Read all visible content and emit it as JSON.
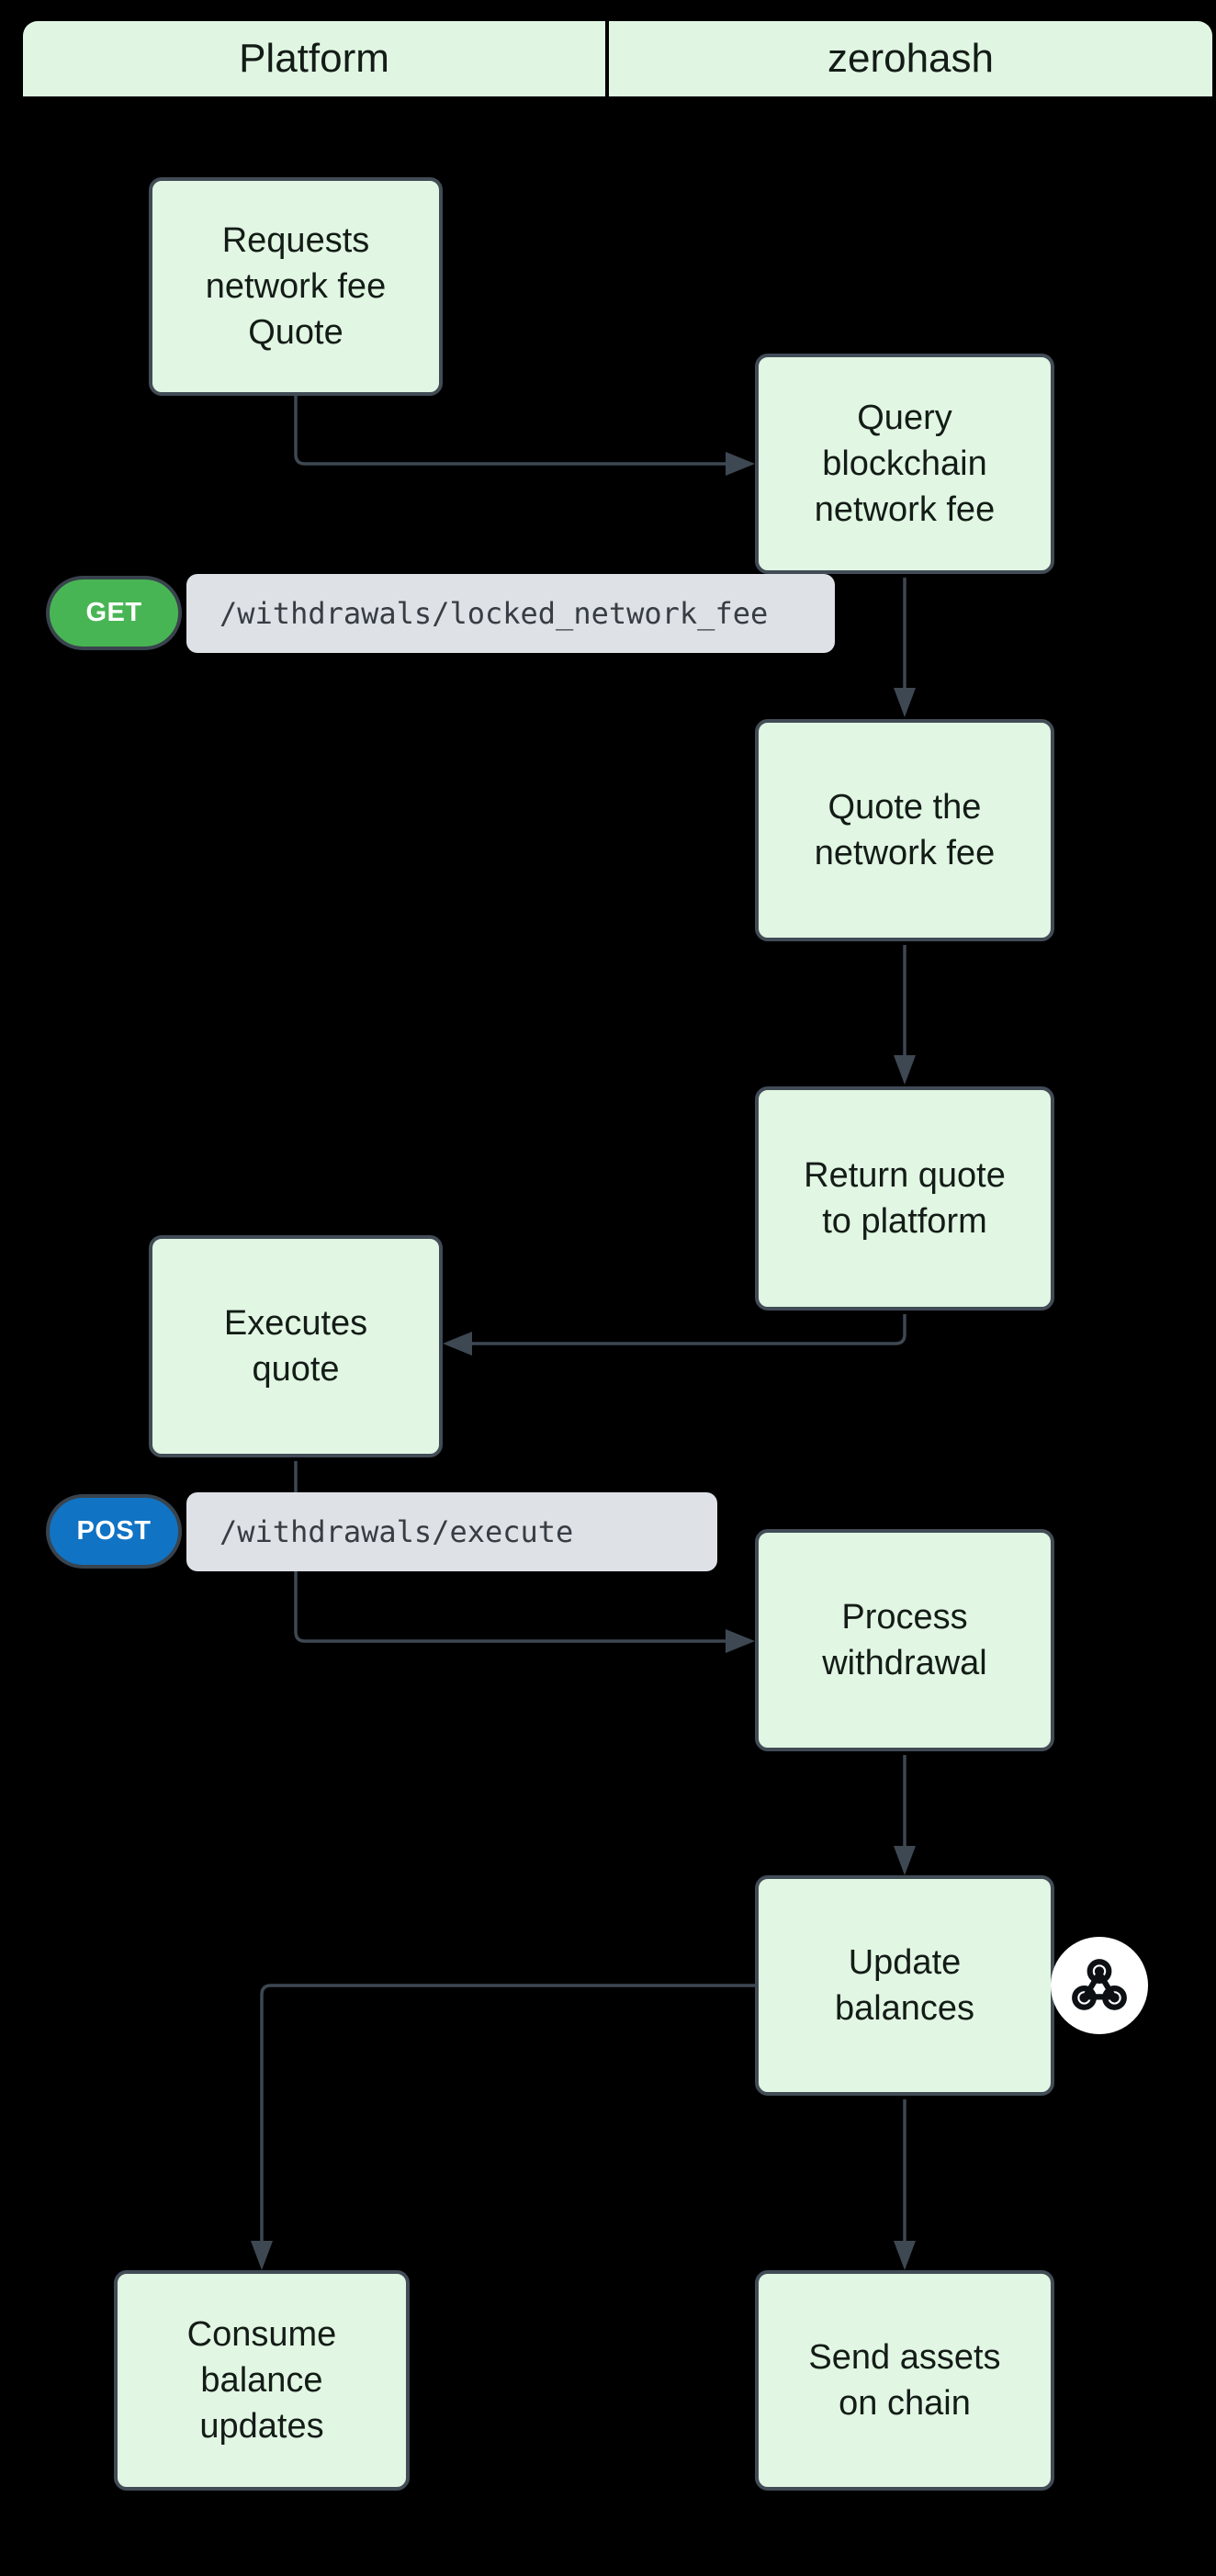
{
  "header": {
    "left_lane": "Platform",
    "right_lane": "zerohash"
  },
  "nodes": {
    "requests_fee_quote": {
      "label": "Requests\nnetwork fee\nQuote"
    },
    "query_network_fee": {
      "label": "Query\nblockchain\nnetwork fee"
    },
    "quote_network_fee": {
      "label": "Quote the\nnetwork fee"
    },
    "return_quote": {
      "label": "Return quote\nto platform"
    },
    "executes_quote": {
      "label": "Executes\nquote"
    },
    "process_withdrawal": {
      "label": "Process\nwithdrawal"
    },
    "update_balances": {
      "label": "Update\nbalances"
    },
    "consume_balance_updates": {
      "label": "Consume\nbalance\nupdates"
    },
    "send_assets_on_chain": {
      "label": "Send assets\non chain"
    }
  },
  "api_calls": {
    "get_locked_network_fee": {
      "method": "GET",
      "path": "/withdrawals/locked_network_fee"
    },
    "post_execute": {
      "method": "POST",
      "path": "/withdrawals/execute"
    }
  },
  "icons": {
    "webhook": "webhook-icon"
  },
  "colors": {
    "background": "#000000",
    "node_fill": "#e1f6e3",
    "node_border": "#414c56",
    "header_fill": "#e0f6e3",
    "connector": "#3e4852",
    "text": "#131c16",
    "get_badge": "#48b554",
    "post_badge": "#1173c4",
    "badge_border": "#39434d",
    "badge_text": "#ffffff",
    "code_bg": "#dee1e5",
    "code_text": "#373d44",
    "icon_bg": "#ffffff",
    "icon_glyph": "#0c1013"
  }
}
